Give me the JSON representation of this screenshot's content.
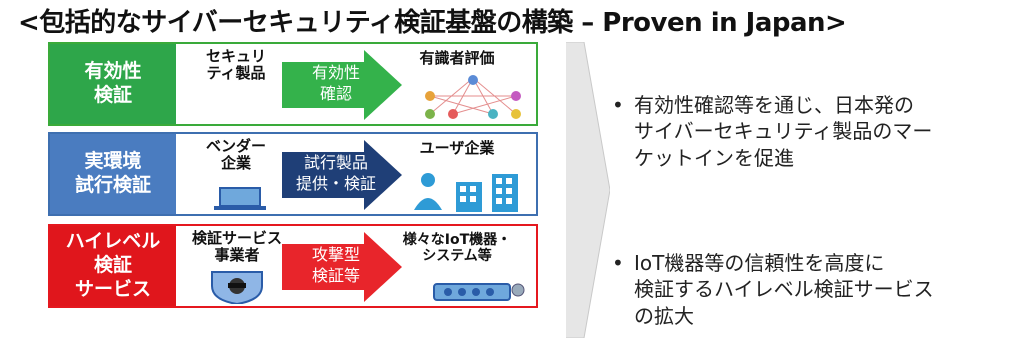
{
  "title": "<包括的なサイバーセキュリティ検証基盤の構築 – Proven in Japan>",
  "rows": [
    {
      "label": "有効性\n検証",
      "actor_a": "セキュリ\nティ製品",
      "arrow": "有効性\n確認",
      "actor_b": "有識者評価",
      "color": "#2ea64a"
    },
    {
      "label": "実環境\n試行検証",
      "actor_a": "ベンダー\n企業",
      "arrow": "試行製品\n提供・検証",
      "actor_b": "ユーザ企業",
      "color": "#4a7cc0"
    },
    {
      "label": "ハイレベル\n検証\nサービス",
      "actor_a": "検証サービス\n事業者",
      "arrow": "攻撃型\n検証等",
      "actor_b": "様々なIoT機器・\nシステム等",
      "color": "#e0161c"
    }
  ],
  "bullets": [
    {
      "marker": "•",
      "text": "有効性確認等を通じ、日本発の\nサイバーセキュリティ製品のマー\nケットインを促進"
    },
    {
      "marker": "•",
      "text": "IoT機器等の信頼性を高度に\n検証するハイレベル検証サービス\nの拡大"
    }
  ],
  "icons": {
    "row1_a": "security-product-icon",
    "row1_b": "expert-network-icon",
    "row2_a": "laptop-icon",
    "row2_b": "user-company-building-icon",
    "row3_a": "hacker-shield-icon",
    "row3_b": "iot-devices-icon"
  }
}
